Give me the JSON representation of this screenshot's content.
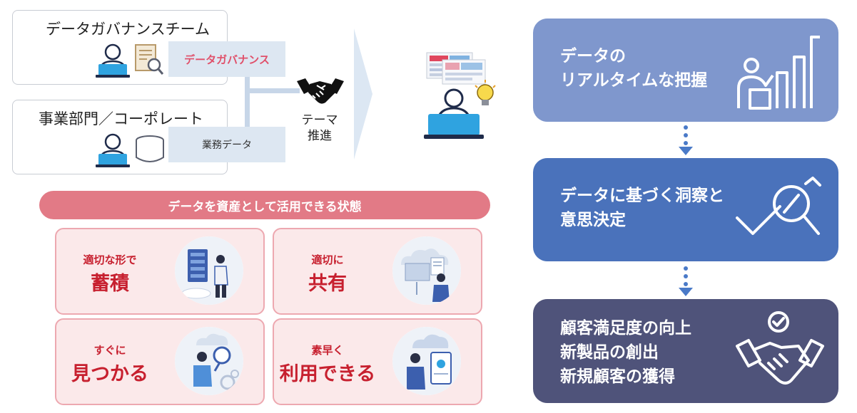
{
  "governance_box": {
    "title": "データガバナンスチーム",
    "tag": "データガバナンス"
  },
  "business_box": {
    "title": "事業部門／コーポレート",
    "tag": "業務データ"
  },
  "theme": {
    "line1": "テーマ",
    "line2": "推進"
  },
  "asset_section": {
    "header": "データを資産として活用できる状態",
    "cards": [
      {
        "small": "適切な形で",
        "big": "蓄積"
      },
      {
        "small": "適切に",
        "big": "共有"
      },
      {
        "small": "すぐに",
        "big": "見つかる"
      },
      {
        "small": "素早く",
        "big": "利用できる"
      }
    ]
  },
  "outcomes": [
    {
      "lines": [
        "データの",
        "リアルタイムな把握"
      ],
      "color": "#7f97cd",
      "icon": "presenter-chart-icon"
    },
    {
      "lines": [
        "データに基づく洞察と",
        "意思決定"
      ],
      "color": "#4a72bb",
      "icon": "magnifier-check-icon"
    },
    {
      "lines": [
        "顧客満足度の向上",
        "新製品の創出",
        "新規顧客の獲得"
      ],
      "color": "#4f537a",
      "icon": "handshake-check-icon"
    }
  ]
}
